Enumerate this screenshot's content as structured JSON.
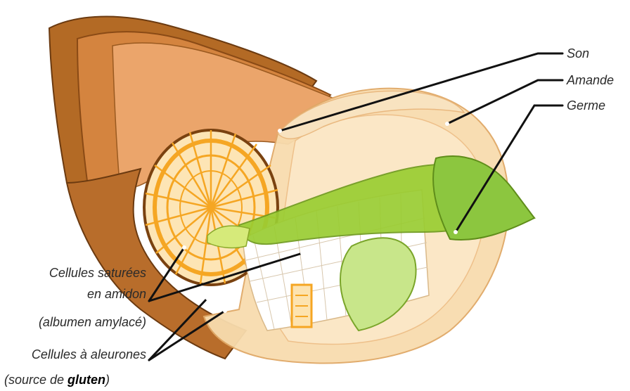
{
  "labels": {
    "son": "Son",
    "amande": "Amande",
    "germe": "Germe",
    "cellules_saturees_line1": "Cellules saturées",
    "cellules_saturees_line2": "en amidon",
    "cellules_saturees_line3": "(albumen amylacé)",
    "cellules_aleurones_line1": "Cellules à aleurones",
    "cellules_aleurones_line2_prefix": "(source de ",
    "cellules_aleurones_line2_bold": "gluten",
    "cellules_aleurones_line2_suffix": ")"
  },
  "colors": {
    "bran_dark": "#a5611f",
    "bran_mid": "#c9793a",
    "bran_light": "#e9a46a",
    "endosperm": "#f6d9a8",
    "cells_orange": "#f5a623",
    "germ_green": "#9acd32",
    "germ_light": "#c8e68a",
    "outline": "#6b3a10"
  }
}
